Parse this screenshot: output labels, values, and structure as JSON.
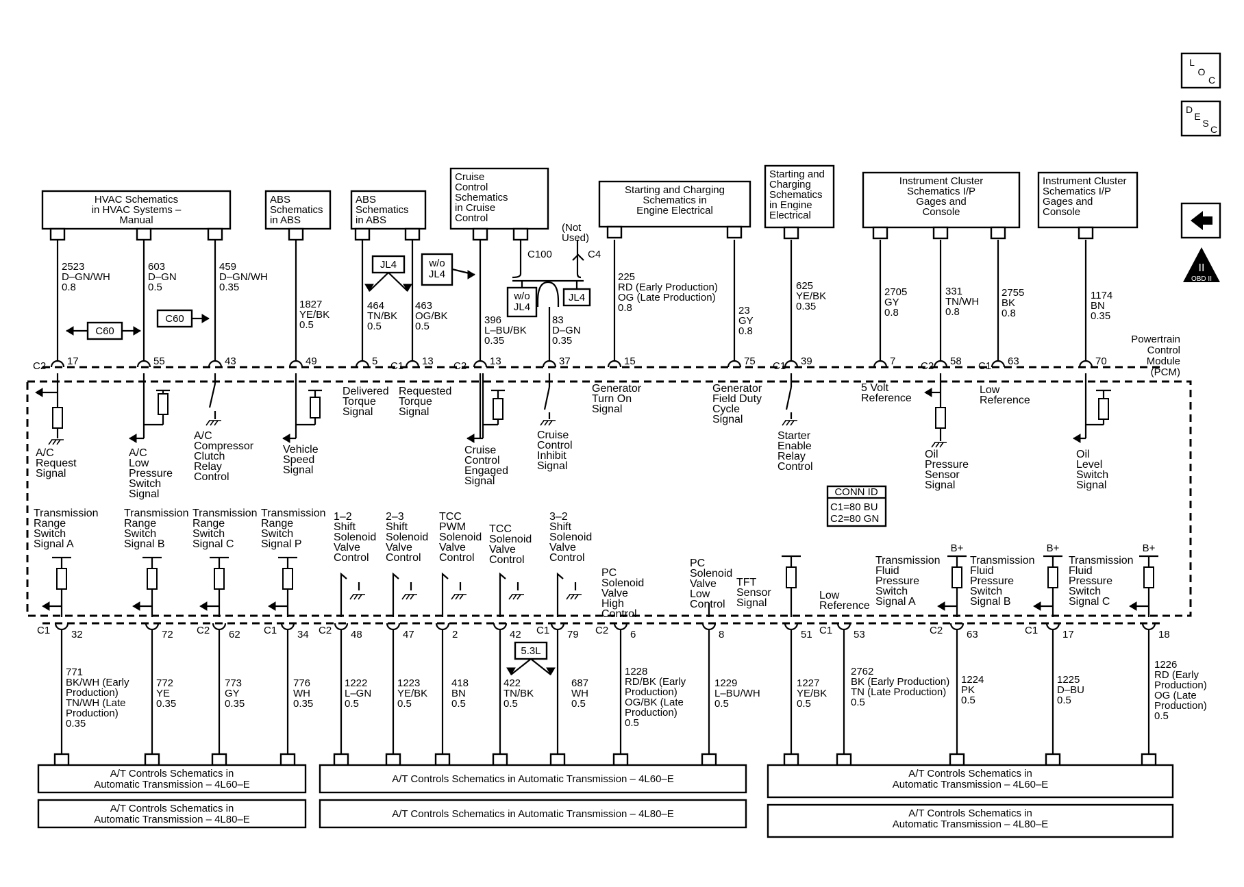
{
  "ref_boxes": [
    {
      "lines": [
        "HVAC Schematics",
        "in HVAC Systems –",
        "Manual"
      ],
      "align": "center"
    },
    {
      "lines": [
        "ABS",
        "Schematics",
        "in ABS"
      ],
      "align": "left"
    },
    {
      "lines": [
        "ABS",
        "Schematics",
        "in ABS"
      ],
      "align": "left"
    },
    {
      "lines": [
        "Cruise",
        "Control",
        "Schematics",
        "in Cruise",
        "Control"
      ],
      "align": "left"
    },
    {
      "lines": [
        "Starting and Charging",
        "Schematics in",
        "Engine Electrical"
      ],
      "align": "center"
    },
    {
      "lines": [
        "Starting and",
        "Charging",
        "Schematics",
        "in Engine",
        "Electrical"
      ],
      "align": "left"
    },
    {
      "lines": [
        "Instrument Cluster",
        "Schematics I/P",
        "Gages and",
        "Console"
      ],
      "align": "center"
    },
    {
      "lines": [
        "Instrument Cluster",
        "Schematics I/P",
        "Gages and",
        "Console"
      ],
      "align": "left"
    }
  ],
  "top_wires": [
    {
      "circuit": [
        "2523",
        "D–GN/WH",
        "0.8"
      ],
      "connector": "C2",
      "pin": "17"
    },
    {
      "circuit": [
        "603",
        "D–GN",
        "0.5"
      ],
      "connector": "",
      "pin": "55"
    },
    {
      "circuit": [
        "459",
        "D–GN/WH",
        "0.35"
      ],
      "connector": "",
      "pin": "43"
    },
    {
      "circuit": [
        "1827",
        "YE/BK",
        "0.5"
      ],
      "connector": "",
      "pin": "49"
    },
    {
      "circuit": [
        "464",
        "TN/BK",
        "0.5"
      ],
      "connector": "",
      "pin": "5"
    },
    {
      "circuit": [
        "463",
        "OG/BK",
        "0.5"
      ],
      "connector": "C1",
      "pin": "13"
    },
    {
      "circuit": [
        "396",
        "L–BU/BK",
        "0.35"
      ],
      "connector": "C2",
      "pin": "13"
    },
    {
      "circuit": [
        "83",
        "D–GN",
        "0.35"
      ],
      "connector": "",
      "pin": "37"
    },
    {
      "circuit": [
        "225",
        "RD (Early Production)",
        "OG (Late Production)",
        "0.8"
      ],
      "connector": "",
      "pin": "15"
    },
    {
      "circuit": [
        "23",
        "GY",
        "0.8"
      ],
      "connector": "",
      "pin": "75"
    },
    {
      "circuit": [
        "625",
        "YE/BK",
        "0.35"
      ],
      "connector": "C1",
      "pin": "39"
    },
    {
      "circuit": [
        "2705",
        "GY",
        "0.8"
      ],
      "connector": "",
      "pin": "7"
    },
    {
      "circuit": [
        "331",
        "TN/WH",
        "0.8"
      ],
      "connector": "C2",
      "pin": "58"
    },
    {
      "circuit": [
        "2755",
        "BK",
        "0.8"
      ],
      "connector": "C1",
      "pin": "63"
    },
    {
      "circuit": [
        "1174",
        "BN",
        "0.35"
      ],
      "connector": "",
      "pin": "70"
    }
  ],
  "top_signals": [
    [
      "A/C",
      "Request",
      "Signal"
    ],
    [
      "A/C",
      "Low",
      "Pressure",
      "Switch",
      "Signal"
    ],
    [
      "A/C",
      "Compressor",
      "Clutch",
      "Relay",
      "Control"
    ],
    [
      "Vehicle",
      "Speed",
      "Signal"
    ],
    [
      "Delivered",
      "Torque",
      "Signal"
    ],
    [
      "Requested",
      "Torque",
      "Signal"
    ],
    [
      "Cruise",
      "Control",
      "Engaged",
      "Signal"
    ],
    [
      "Cruise",
      "Control",
      "Inhibit",
      "Signal"
    ],
    [
      "Generator",
      "Turn On",
      "Signal"
    ],
    [
      "Generator",
      "Field Duty",
      "Cycle",
      "Signal"
    ],
    [
      "Starter",
      "Enable",
      "Relay",
      "Control"
    ],
    [
      "5 Volt",
      "Reference"
    ],
    [
      "Oil",
      "Pressure",
      "Sensor",
      "Signal"
    ],
    [
      "Low",
      "Reference"
    ],
    [
      "Oil",
      "Level",
      "Switch",
      "Signal"
    ]
  ],
  "bottom_signals": [
    [
      "Transmission",
      "Range",
      "Switch",
      "Signal A"
    ],
    [
      "Transmission",
      "Range",
      "Switch",
      "Signal B"
    ],
    [
      "Transmission",
      "Range",
      "Switch",
      "Signal C"
    ],
    [
      "Transmission",
      "Range",
      "Switch",
      "Signal P"
    ],
    [
      "1–2",
      "Shift",
      "Solenoid",
      "Valve",
      "Control"
    ],
    [
      "2–3",
      "Shift",
      "Solenoid",
      "Valve",
      "Control"
    ],
    [
      "TCC",
      "PWM",
      "Solenoid",
      "Valve",
      "Control"
    ],
    [
      "TCC",
      "Solenoid",
      "Valve",
      "Control"
    ],
    [
      "3–2",
      "Shift",
      "Solenoid",
      "Valve",
      "Control"
    ],
    [
      "PC",
      "Solenoid",
      "Valve",
      "High",
      "Control"
    ],
    [
      "PC",
      "Solenoid",
      "Valve",
      "Low",
      "Control"
    ],
    [
      "TFT",
      "Sensor",
      "Signal"
    ],
    [
      "Low",
      "Reference"
    ],
    [
      "Transmission",
      "Fluid",
      "Pressure",
      "Switch",
      "Signal A"
    ],
    [
      "Transmission",
      "Fluid",
      "Pressure",
      "Switch",
      "Signal B"
    ],
    [
      "Transmission",
      "Fluid",
      "Pressure",
      "Switch",
      "Signal C"
    ]
  ],
  "bottom_wires": [
    {
      "circuit": [
        "771",
        "BK/WH (Early",
        "Production)",
        "TN/WH (Late",
        "Production)",
        "0.35"
      ],
      "connector": "C1",
      "pin": "32"
    },
    {
      "circuit": [
        "772",
        "YE",
        "0.35"
      ],
      "connector": "",
      "pin": "72"
    },
    {
      "circuit": [
        "773",
        "GY",
        "0.35"
      ],
      "connector": "C2",
      "pin": "62"
    },
    {
      "circuit": [
        "776",
        "WH",
        "0.35"
      ],
      "connector": "C1",
      "pin": "34"
    },
    {
      "circuit": [
        "1222",
        "L–GN",
        "0.5"
      ],
      "connector": "C2",
      "pin": "48"
    },
    {
      "circuit": [
        "1223",
        "YE/BK",
        "0.5"
      ],
      "connector": "",
      "pin": "47"
    },
    {
      "circuit": [
        "418",
        "BN",
        "0.5"
      ],
      "connector": "",
      "pin": "2"
    },
    {
      "circuit": [
        "422",
        "TN/BK",
        "0.5"
      ],
      "connector": "",
      "pin": "42"
    },
    {
      "circuit": [
        "687",
        "WH",
        "0.5"
      ],
      "connector": "C1",
      "pin": "79"
    },
    {
      "circuit": [
        "1228",
        "RD/BK (Early",
        "Production)",
        "OG/BK (Late",
        "Production)",
        "0.5"
      ],
      "connector": "C2",
      "pin": "6"
    },
    {
      "circuit": [
        "1229",
        "L–BU/WH",
        "0.5"
      ],
      "connector": "",
      "pin": "8"
    },
    {
      "circuit": [
        "1227",
        "YE/BK",
        "0.5"
      ],
      "connector": "",
      "pin": "51"
    },
    {
      "circuit": [
        "2762",
        "BK (Early Production)",
        "TN (Late Production)",
        "0.5"
      ],
      "connector": "C1",
      "pin": "53"
    },
    {
      "circuit": [
        "1224",
        "PK",
        "0.5"
      ],
      "connector": "C2",
      "pin": "63"
    },
    {
      "circuit": [
        "1225",
        "D–BU",
        "0.5"
      ],
      "connector": "C1",
      "pin": "17"
    },
    {
      "circuit": [
        "1226",
        "RD (Early",
        "Production)",
        "OG (Late",
        "Production)",
        "0.5"
      ],
      "connector": "",
      "pin": "18"
    }
  ],
  "bplus": [
    "B+",
    "B+",
    "B+"
  ],
  "bottom_boxes": {
    "left": [
      "A/T Controls Schematics in Automatic Transmission – 4L60–E",
      "A/T Controls Schematics in Automatic Transmission – 4L80–E"
    ],
    "center": [
      "A/T Controls Schematics in Automatic Transmission – 4L60–E",
      "A/T Controls Schematics in Automatic Transmission – 4L80–E"
    ],
    "right": [
      "A/T Controls Schematics in Automatic Transmission – 4L60–E",
      "A/T Controls Schematics in Automatic Transmission – 4L80–E"
    ]
  },
  "options": {
    "c60_a": "C60",
    "c60_b": "C60",
    "jl4_top": "JL4",
    "wo_jl4": [
      "w/o",
      "JL4"
    ],
    "wo_jl4_small": [
      "w/o",
      "JL4"
    ],
    "jl4_small": "JL4",
    "not_used": [
      "(Not",
      "Used)"
    ],
    "c100": "C100",
    "c4": "C4",
    "l53": "5.3L"
  },
  "pcm_label": [
    "Powertrain",
    "Control",
    "Module",
    "(PCM)"
  ],
  "conn_id": {
    "title": "CONN ID",
    "c1": "C1=80 BU",
    "c2": "C2=80 GN"
  },
  "nav": {
    "loc": [
      "L",
      "O",
      "C"
    ],
    "desc": [
      "D",
      "E",
      "S",
      "C"
    ],
    "obd": [
      "II",
      "OBD II"
    ]
  }
}
